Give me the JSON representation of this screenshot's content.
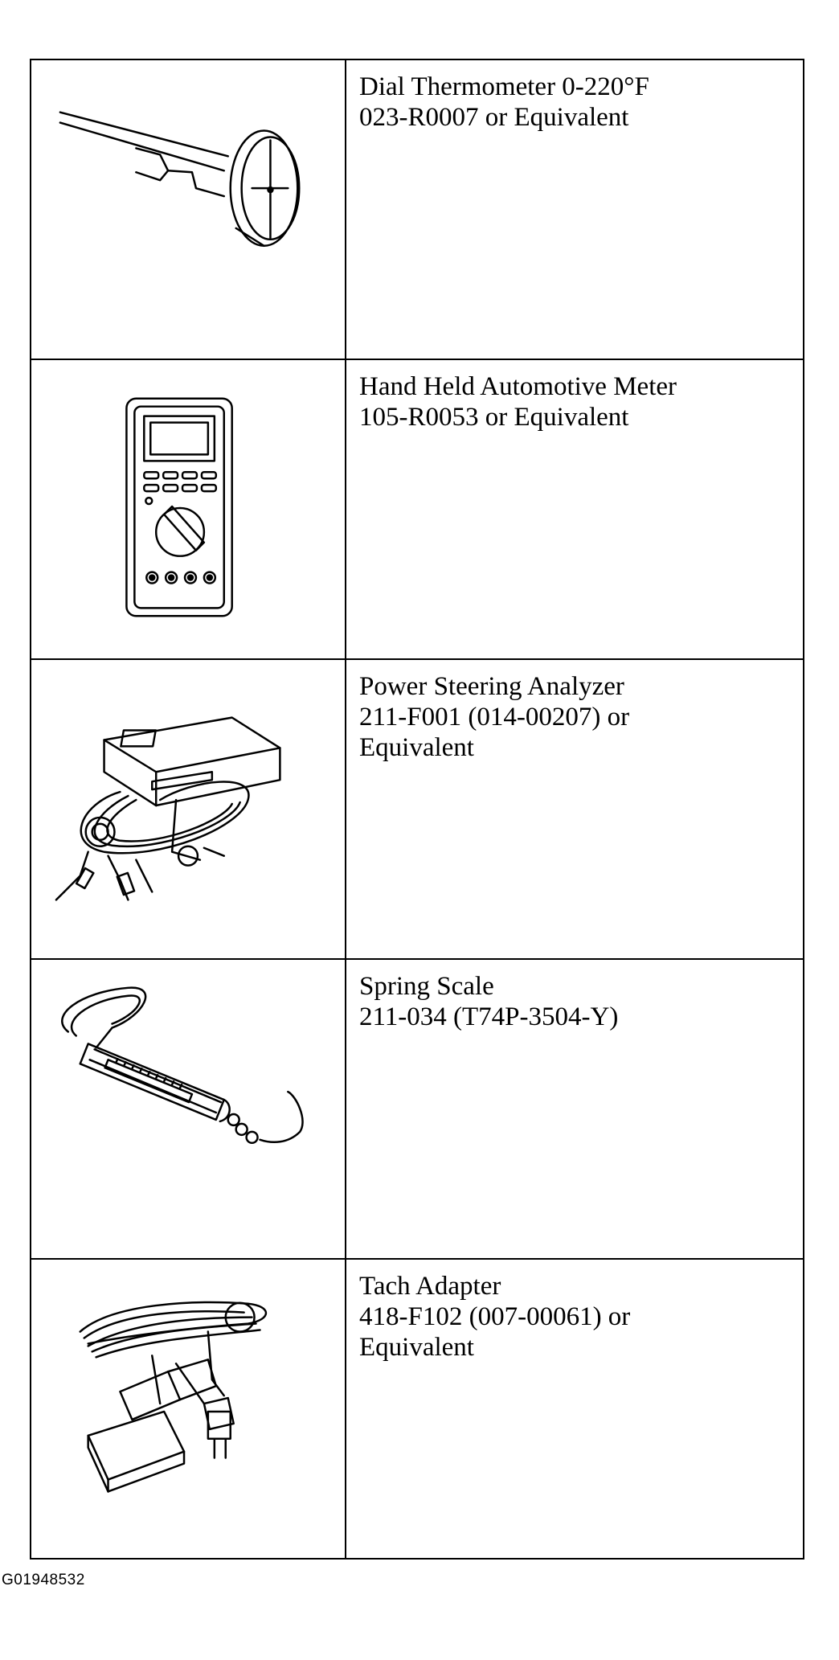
{
  "tools": [
    {
      "icon": "dial-thermometer-icon",
      "name": "Dial Thermometer 0-220°F",
      "part": "023-R0007 or Equivalent",
      "extra": ""
    },
    {
      "icon": "automotive-meter-icon",
      "name": "Hand Held Automotive Meter",
      "part": "105-R0053 or Equivalent",
      "extra": ""
    },
    {
      "icon": "power-steering-analyzer-icon",
      "name": "Power Steering Analyzer",
      "part": "211-F001 (014-00207) or",
      "extra": "Equivalent"
    },
    {
      "icon": "spring-scale-icon",
      "name": "Spring Scale",
      "part": "211-034 (T74P-3504-Y)",
      "extra": ""
    },
    {
      "icon": "tach-adapter-icon",
      "name": "Tach Adapter",
      "part": "418-F102 (007-00061) or",
      "extra": "Equivalent"
    }
  ],
  "figure_id": "G01948532"
}
